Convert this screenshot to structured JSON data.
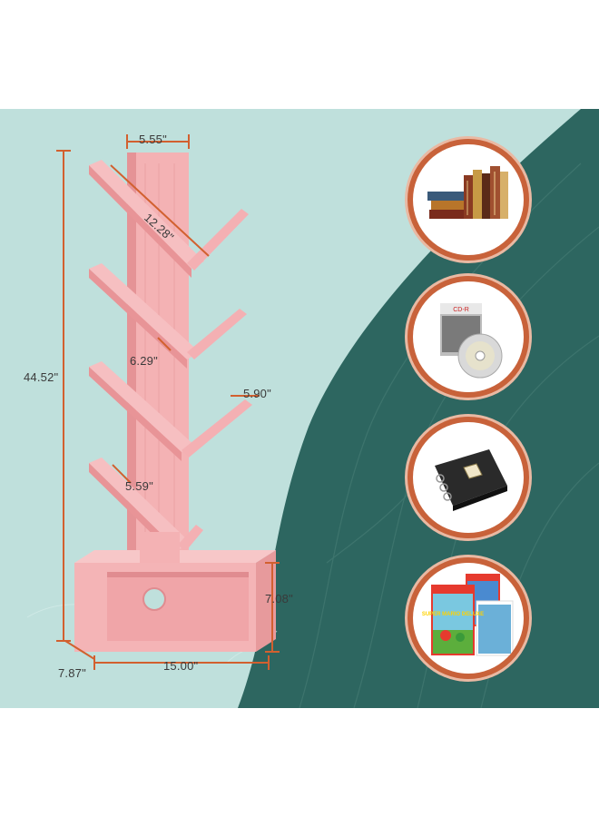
{
  "dimensions": {
    "top_width": "5.55\"",
    "top_branch": "12.28\"",
    "middle_branch": "6.29\"",
    "right_branch": "5.90\"",
    "lower_branch": "5.59\"",
    "total_height": "44.52\"",
    "cabinet_height": "7.08\"",
    "cabinet_width": "15.00\"",
    "cabinet_depth": "7.87\""
  },
  "cd_pack_label": "CD-R",
  "game_titles": [
    "SUPER MARIO DELUXE"
  ],
  "colors": {
    "background_light": "#bfe0dc",
    "background_dark": "#2d6660",
    "shelf_pink": "#f2a7a9",
    "dimension_line": "#d2602f",
    "circle_border": "#c8623a"
  },
  "icons": [
    "books-icon",
    "cd-icon",
    "photo-album-icon",
    "game-cases-icon"
  ]
}
